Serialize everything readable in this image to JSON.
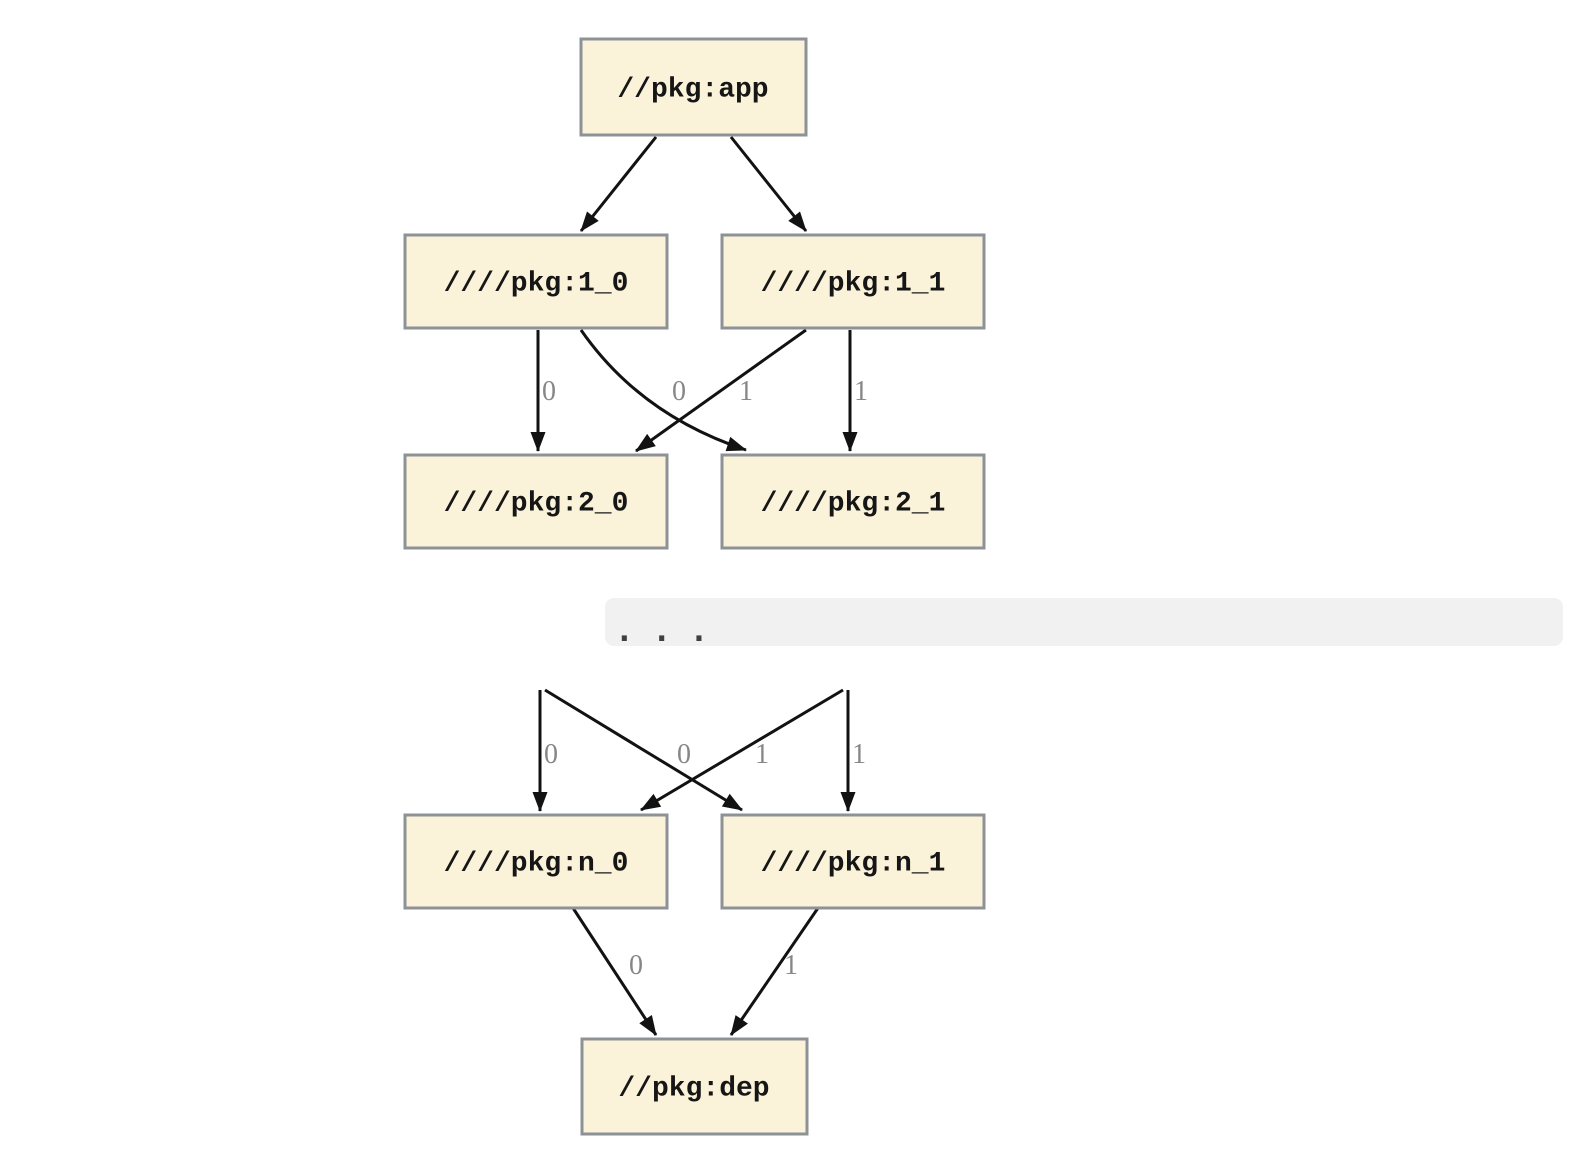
{
  "diagram": {
    "type": "dependency-graph",
    "colors": {
      "node_fill": "#fbf3d9",
      "node_border": "#8c9296",
      "edge": "#121212",
      "edge_label": "#878787",
      "ellipsis_bar": "#f1f1f1",
      "background": "#ffffff"
    },
    "nodes": [
      {
        "id": "app",
        "label": "//pkg:app"
      },
      {
        "id": "1_0",
        "label": "////pkg:1_0"
      },
      {
        "id": "1_1",
        "label": "////pkg:1_1"
      },
      {
        "id": "2_0",
        "label": "////pkg:2_0"
      },
      {
        "id": "2_1",
        "label": "////pkg:2_1"
      },
      {
        "id": "n_0",
        "label": "////pkg:n_0"
      },
      {
        "id": "n_1",
        "label": "////pkg:n_1"
      },
      {
        "id": "dep",
        "label": "//pkg:dep"
      }
    ],
    "ellipsis": ". . .",
    "edges": [
      {
        "from": "//pkg:app",
        "to": "////pkg:1_0",
        "label": ""
      },
      {
        "from": "//pkg:app",
        "to": "////pkg:1_1",
        "label": ""
      },
      {
        "from": "////pkg:1_0",
        "to": "////pkg:2_0",
        "label": "0"
      },
      {
        "from": "////pkg:1_1",
        "to": "////pkg:2_0",
        "label": "0"
      },
      {
        "from": "////pkg:1_0",
        "to": "////pkg:2_1",
        "label": "1"
      },
      {
        "from": "////pkg:1_1",
        "to": "////pkg:2_1",
        "label": "1"
      },
      {
        "from": "...",
        "to": "////pkg:n_0",
        "label": "0"
      },
      {
        "from": "...",
        "to": "////pkg:n_0",
        "label": "0"
      },
      {
        "from": "...",
        "to": "////pkg:n_1",
        "label": "1"
      },
      {
        "from": "...",
        "to": "////pkg:n_1",
        "label": "1"
      },
      {
        "from": "////pkg:n_0",
        "to": "//pkg:dep",
        "label": "0"
      },
      {
        "from": "////pkg:n_1",
        "to": "//pkg:dep",
        "label": "1"
      }
    ],
    "edge_labels": [
      "0",
      "0",
      "1",
      "1",
      "0",
      "0",
      "1",
      "1",
      "0",
      "1"
    ]
  }
}
